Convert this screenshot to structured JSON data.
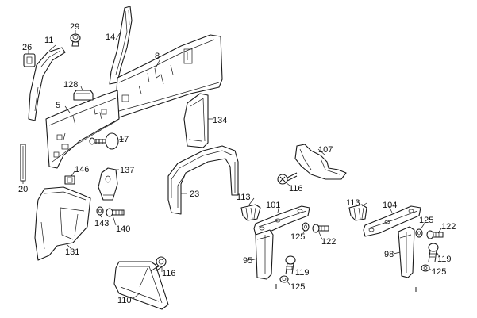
{
  "callouts": {
    "p5": "5",
    "p8": "8",
    "p11": "11",
    "p14": "14",
    "p17": "17",
    "p20": "20",
    "p23": "23",
    "p26": "26",
    "p29": "29",
    "p95": "95",
    "p98": "98",
    "p101": "101",
    "p104": "104",
    "p107": "107",
    "p110": "110",
    "p113a": "113",
    "p113b": "113",
    "p116a": "116",
    "p116b": "116",
    "p119a": "119",
    "p119b": "119",
    "p122a": "122",
    "p122b": "122",
    "p125a": "125",
    "p125b": "125",
    "p125c": "125",
    "p125d": "125",
    "p128": "128",
    "p131": "131",
    "p134": "134",
    "p137": "137",
    "p140": "140",
    "p143": "143",
    "p146": "146"
  }
}
